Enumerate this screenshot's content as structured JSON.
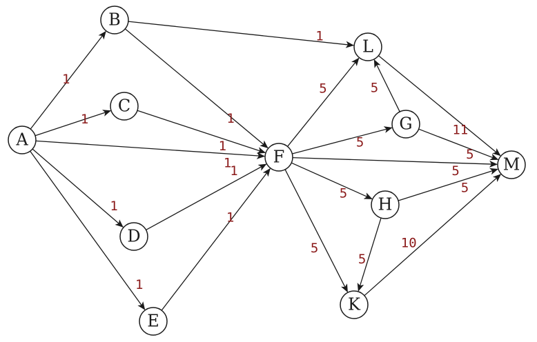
{
  "graph": {
    "colors": {
      "edge": "#1a1a1a",
      "weight": "#8b1a1a",
      "node_fill": "#ffffff"
    },
    "nodes": [
      {
        "id": "A",
        "label": "A"
      },
      {
        "id": "B",
        "label": "B"
      },
      {
        "id": "C",
        "label": "C"
      },
      {
        "id": "D",
        "label": "D"
      },
      {
        "id": "E",
        "label": "E"
      },
      {
        "id": "F",
        "label": "F"
      },
      {
        "id": "L",
        "label": "L"
      },
      {
        "id": "G",
        "label": "G"
      },
      {
        "id": "H",
        "label": "H"
      },
      {
        "id": "K",
        "label": "K"
      },
      {
        "id": "M",
        "label": "M"
      }
    ],
    "edges": [
      {
        "from": "A",
        "to": "B",
        "weight": "1"
      },
      {
        "from": "A",
        "to": "C",
        "weight": "1"
      },
      {
        "from": "A",
        "to": "F",
        "weight": "1"
      },
      {
        "from": "A",
        "to": "D",
        "weight": "1"
      },
      {
        "from": "A",
        "to": "E",
        "weight": "1"
      },
      {
        "from": "B",
        "to": "L",
        "weight": "1"
      },
      {
        "from": "B",
        "to": "F",
        "weight": "1"
      },
      {
        "from": "C",
        "to": "F",
        "weight": "1"
      },
      {
        "from": "D",
        "to": "F",
        "weight": "1"
      },
      {
        "from": "E",
        "to": "F",
        "weight": "1"
      },
      {
        "from": "F",
        "to": "L",
        "weight": "5"
      },
      {
        "from": "F",
        "to": "G",
        "weight": "5"
      },
      {
        "from": "F",
        "to": "M",
        "weight": "5"
      },
      {
        "from": "F",
        "to": "H",
        "weight": "5"
      },
      {
        "from": "F",
        "to": "K",
        "weight": "5"
      },
      {
        "from": "G",
        "to": "L",
        "weight": "5"
      },
      {
        "from": "G",
        "to": "M",
        "weight": "5"
      },
      {
        "from": "L",
        "to": "M",
        "weight": "11"
      },
      {
        "from": "H",
        "to": "M",
        "weight": "5"
      },
      {
        "from": "H",
        "to": "K",
        "weight": "5"
      },
      {
        "from": "K",
        "to": "M",
        "weight": "10"
      }
    ]
  }
}
